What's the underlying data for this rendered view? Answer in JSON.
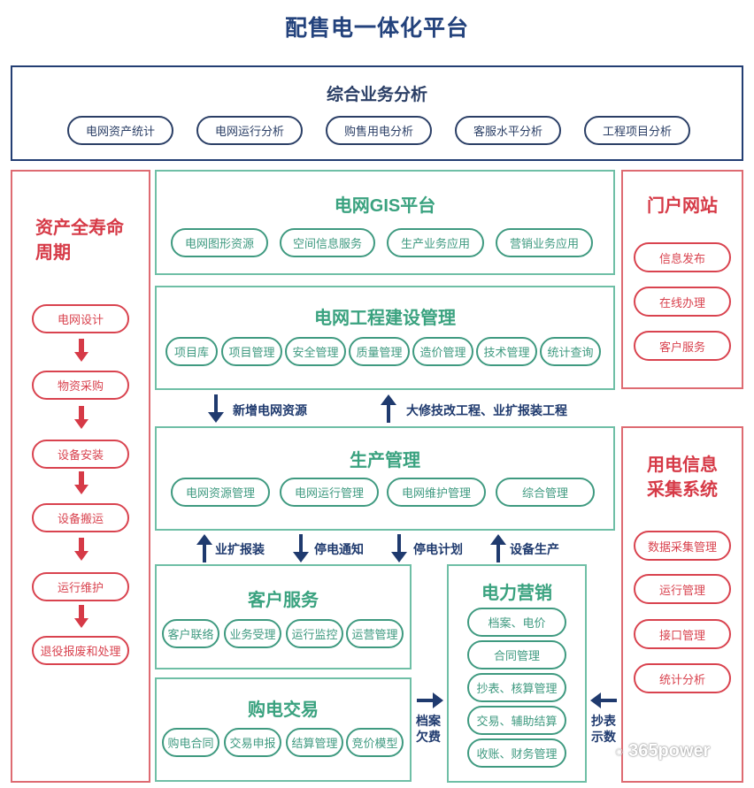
{
  "title": "配售电一体化平台",
  "analysis": {
    "title": "综合业务分析",
    "items": [
      "电网资产统计",
      "电网运行分析",
      "购售用电分析",
      "客服水平分析",
      "工程项目分析"
    ]
  },
  "lifecycle": {
    "title_line1": "资产全寿命",
    "title_line2": "周期",
    "steps": [
      "电网设计",
      "物资采购",
      "设备安装",
      "设备搬运",
      "运行维护",
      "退役报废和处理"
    ]
  },
  "gis": {
    "title": "电网GIS平台",
    "items": [
      "电网图形资源",
      "空间信息服务",
      "生产业务应用",
      "营销业务应用"
    ]
  },
  "construction": {
    "title": "电网工程建设管理",
    "items": [
      "项目库",
      "项目管理",
      "安全管理",
      "质量管理",
      "造价管理",
      "技术管理",
      "统计查询"
    ]
  },
  "flow1": {
    "down_label": "新增电网资源",
    "up_label": "大修技改工程、业扩报装工程"
  },
  "production": {
    "title": "生产管理",
    "items": [
      "电网资源管理",
      "电网运行管理",
      "电网维护管理",
      "综合管理"
    ]
  },
  "flow2": [
    "业扩报装",
    "停电通知",
    "停电计划",
    "设备生产"
  ],
  "customer_service": {
    "title": "客户服务",
    "items": [
      "客户联络",
      "业务受理",
      "运行监控",
      "运营管理"
    ]
  },
  "purchase": {
    "title": "购电交易",
    "items": [
      "购电合同",
      "交易申报",
      "结算管理",
      "竞价模型"
    ]
  },
  "marketing": {
    "title": "电力营销",
    "items": [
      "档案、电价",
      "合同管理",
      "抄表、核算管理",
      "交易、辅助结算",
      "收账、财务管理"
    ]
  },
  "flow3": {
    "right_label_1": "档案",
    "right_label_2": "欠费",
    "left_label_1": "抄表",
    "left_label_2": "示数"
  },
  "portal": {
    "title": "门户网站",
    "items": [
      "信息发布",
      "在线办理",
      "客户服务"
    ]
  },
  "collection": {
    "title_line1": "用电信息",
    "title_line2": "采集系统",
    "items": [
      "数据采集管理",
      "运行管理",
      "接口管理",
      "统计分析"
    ]
  },
  "watermark": "365power",
  "colors": {
    "navy": "#233e73",
    "green": "#3aa27f",
    "red": "#d63a47",
    "arrow": "#1f3a6e"
  }
}
